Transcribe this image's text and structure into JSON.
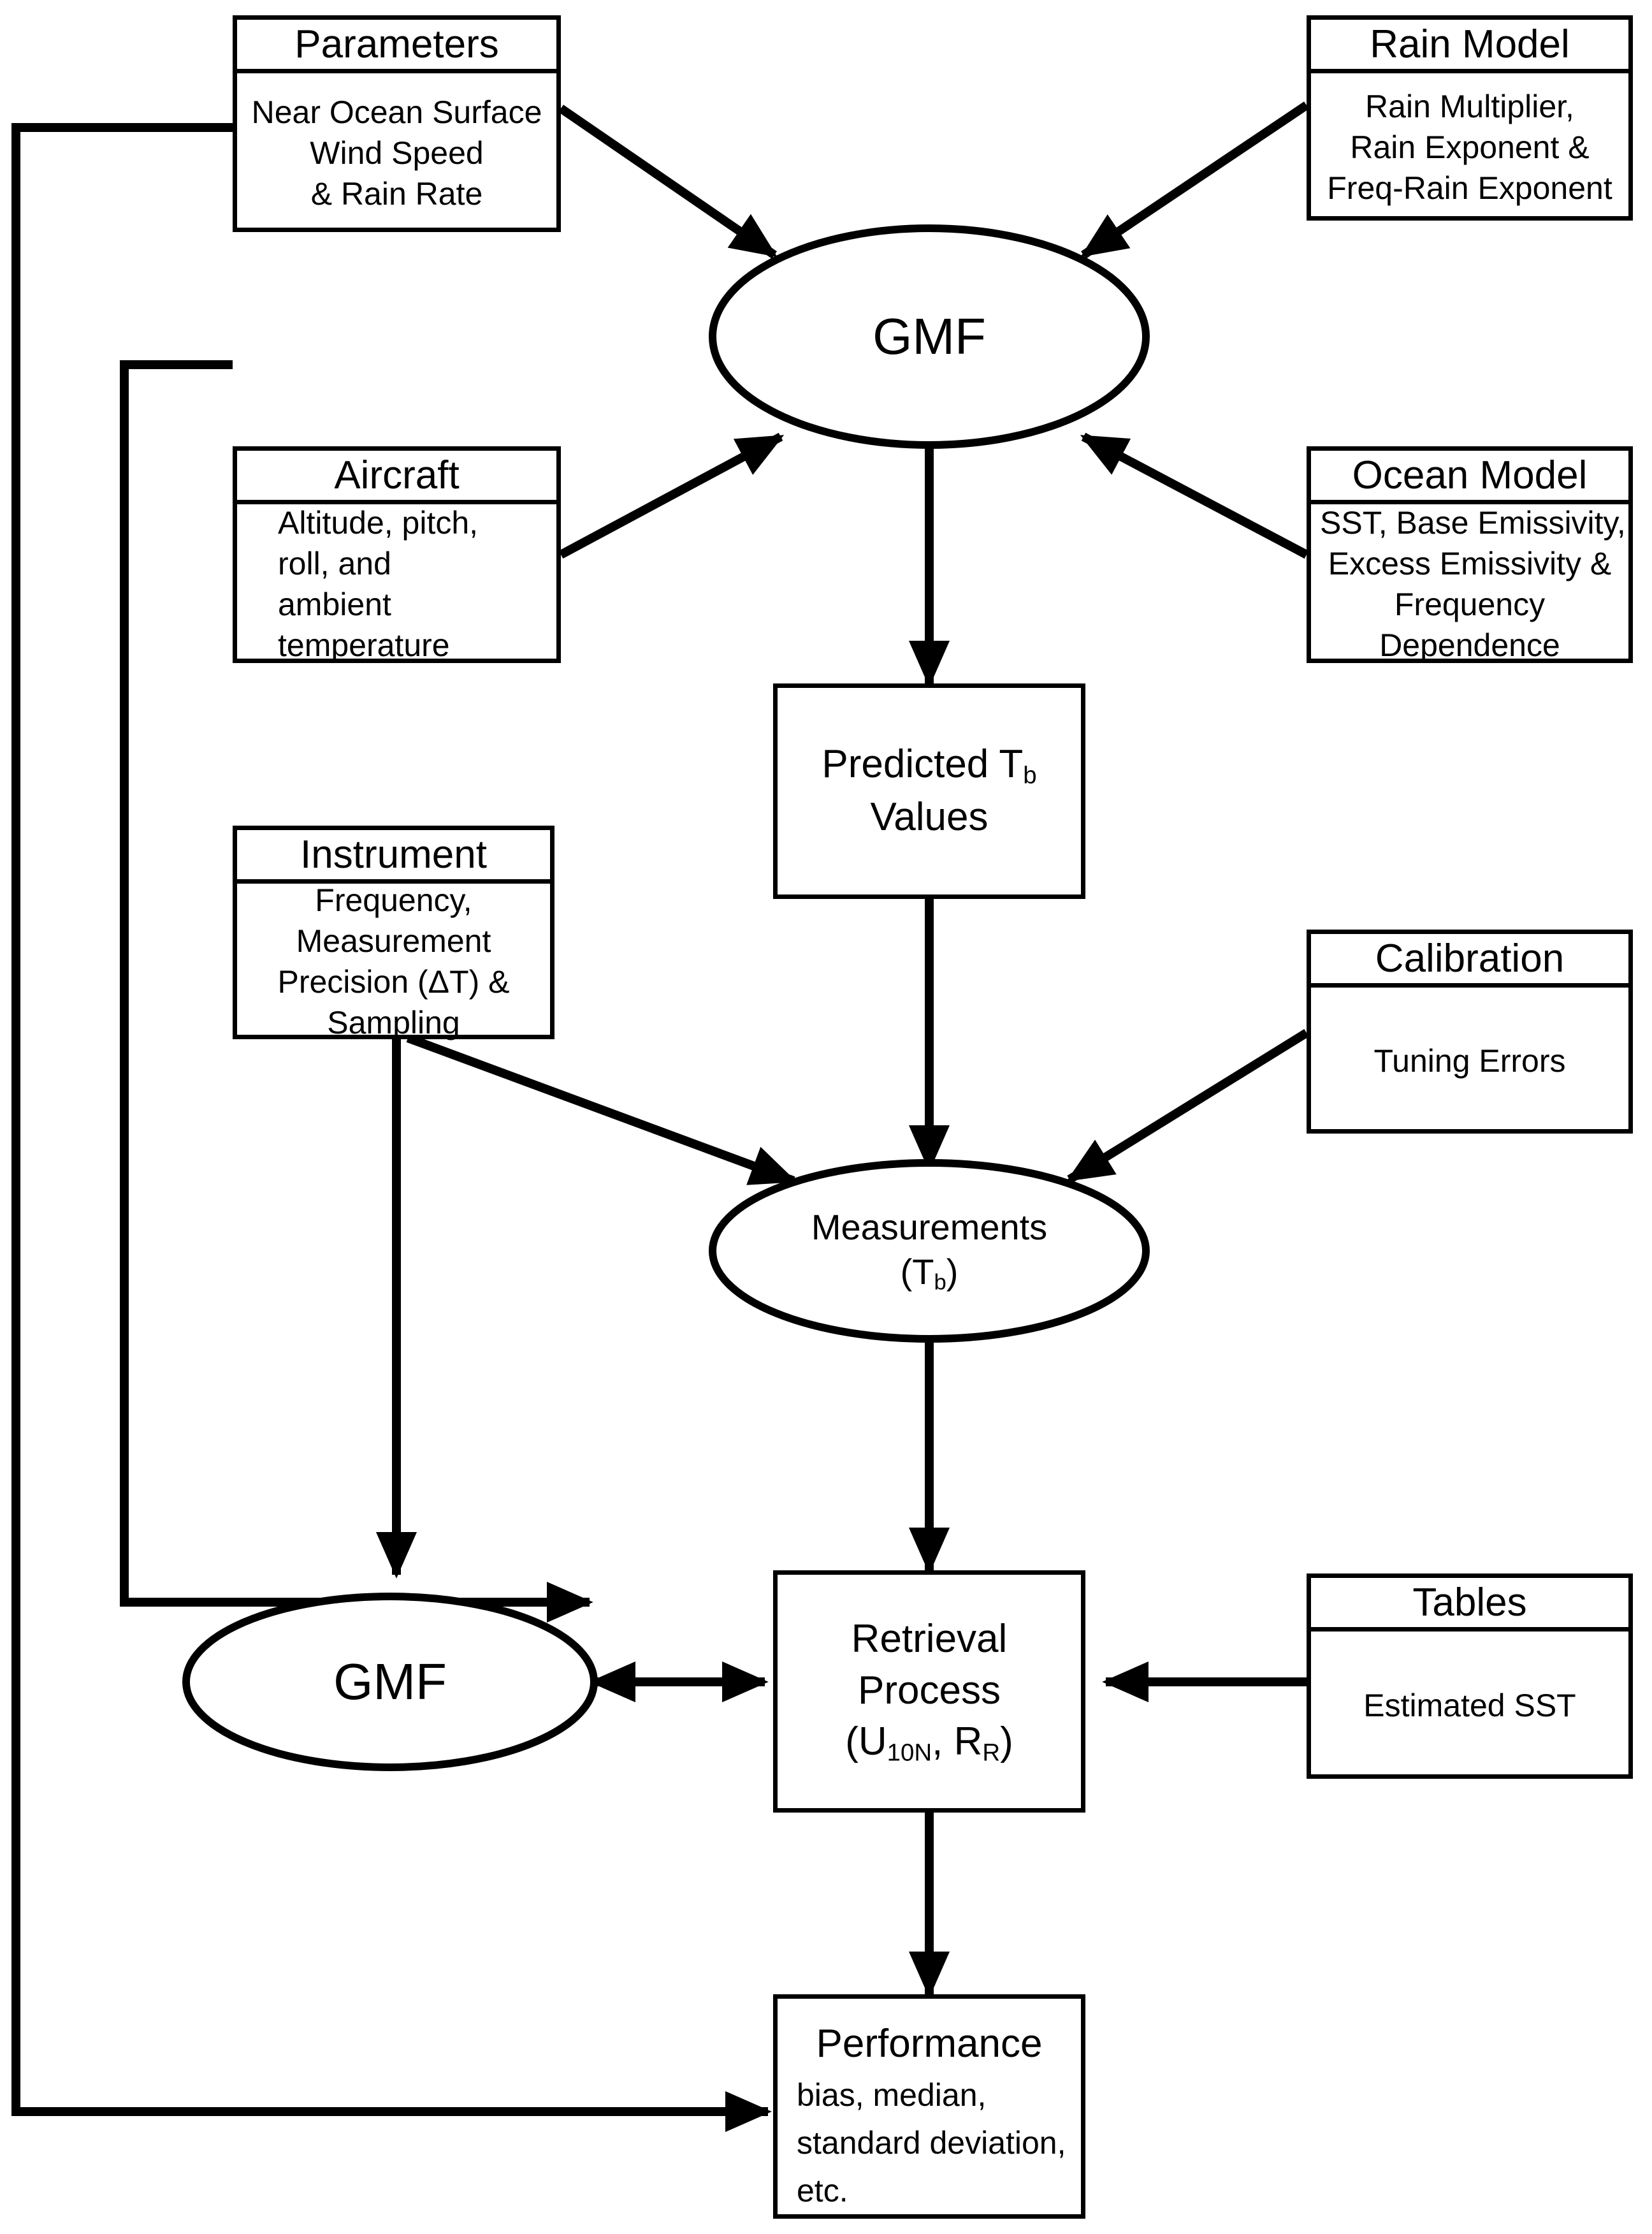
{
  "diagram": {
    "title": "Retrieval simulation flow diagram",
    "type": "flowchart",
    "stroke_color": "#000000",
    "background_color": "#ffffff"
  },
  "nodes": {
    "parameters": {
      "header": "Parameters",
      "lines": [
        "Near Ocean Surface",
        "Wind Speed",
        "& Rain Rate"
      ]
    },
    "rain_model": {
      "header": "Rain Model",
      "lines": [
        "Rain Multiplier,",
        "Rain Exponent  &",
        "Freq-Rain Exponent"
      ]
    },
    "aircraft": {
      "header": "Aircraft",
      "lines": [
        "Altitude,  pitch,",
        "roll, and",
        "ambient",
        "temperature"
      ]
    },
    "ocean_model": {
      "header": "Ocean Model",
      "lines": [
        "SST, Base Emissivity,",
        "Excess Emissivity &",
        "Frequency",
        "Dependence"
      ]
    },
    "instrument": {
      "header": "Instrument",
      "lines": [
        "Frequency,",
        "Measurement",
        "Precision (ΔT) &",
        "Sampling"
      ]
    },
    "calibration": {
      "header": "Calibration",
      "lines": [
        "Tuning Errors"
      ]
    },
    "tables": {
      "header": "Tables",
      "lines": [
        "Estimated  SST"
      ]
    },
    "gmf_top": {
      "label": "GMF"
    },
    "gmf_bottom": {
      "label": "GMF"
    },
    "predicted_tb": {
      "line1": "Predicted  T",
      "line1_sub": "b",
      "line2": "Values"
    },
    "measurements": {
      "line1": "Measurements",
      "line2_open": "(T",
      "line2_sub": "b",
      "line2_close": ")"
    },
    "retrieval": {
      "line1": "Retrieval",
      "line2": "Process",
      "line3_open": "(U",
      "line3_sub1": "10N",
      "line3_mid": ",  R",
      "line3_sub2": "R",
      "line3_close": ")"
    },
    "performance": {
      "header": "Performance",
      "lines": [
        "bias, median,",
        "standard  deviation,",
        "etc."
      ]
    }
  },
  "edges": [
    {
      "from": "parameters",
      "to": "gmf_top",
      "style": "solid-arrow"
    },
    {
      "from": "rain_model",
      "to": "gmf_top",
      "style": "solid-arrow"
    },
    {
      "from": "aircraft",
      "to": "gmf_top",
      "style": "solid-arrow"
    },
    {
      "from": "ocean_model",
      "to": "gmf_top",
      "style": "solid-arrow"
    },
    {
      "from": "gmf_top",
      "to": "predicted_tb",
      "style": "solid-arrow"
    },
    {
      "from": "predicted_tb",
      "to": "measurements",
      "style": "solid-arrow"
    },
    {
      "from": "instrument",
      "to": "measurements",
      "style": "solid-arrow"
    },
    {
      "from": "calibration",
      "to": "measurements",
      "style": "solid-arrow"
    },
    {
      "from": "instrument",
      "to": "gmf_bottom",
      "style": "solid-arrow"
    },
    {
      "from": "measurements",
      "to": "retrieval",
      "style": "solid-arrow"
    },
    {
      "from": "gmf_bottom",
      "to": "retrieval",
      "style": "double-arrow"
    },
    {
      "from": "tables",
      "to": "retrieval",
      "style": "solid-arrow"
    },
    {
      "from": "retrieval",
      "to": "performance",
      "style": "solid-arrow"
    },
    {
      "from": "parameters",
      "to": "performance",
      "style": "feedback-loop-outer"
    },
    {
      "from": "aircraft",
      "to": "gmf_bottom",
      "style": "feedback-loop-inner"
    }
  ]
}
